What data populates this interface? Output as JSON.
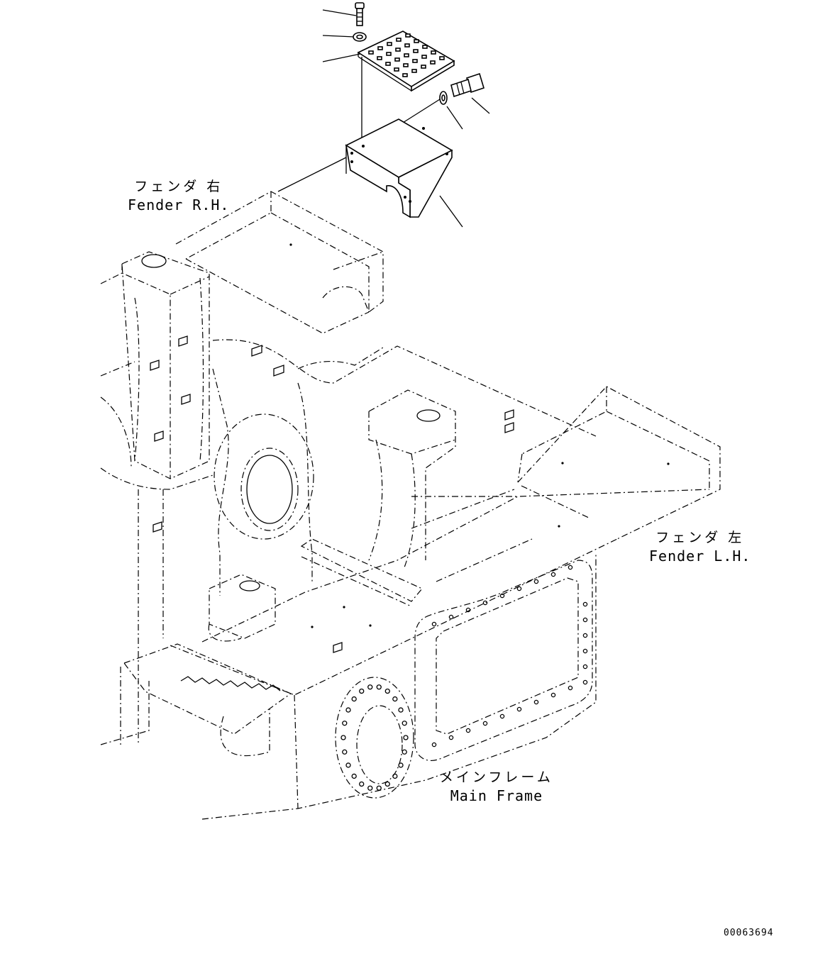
{
  "labels": {
    "fender_rh": {
      "jp": "フェンダ 右",
      "en": "Fender R.H."
    },
    "fender_lh": {
      "jp": "フェンダ 左",
      "en": "Fender L.H."
    },
    "main_frame": {
      "jp": "メインフレーム",
      "en": "Main Frame"
    }
  },
  "drawing_number": "00063694",
  "parts": [
    {
      "name": "bolt"
    },
    {
      "name": "washer"
    },
    {
      "name": "step-plate"
    },
    {
      "name": "bolt"
    },
    {
      "name": "washer"
    },
    {
      "name": "cover-bracket"
    }
  ]
}
